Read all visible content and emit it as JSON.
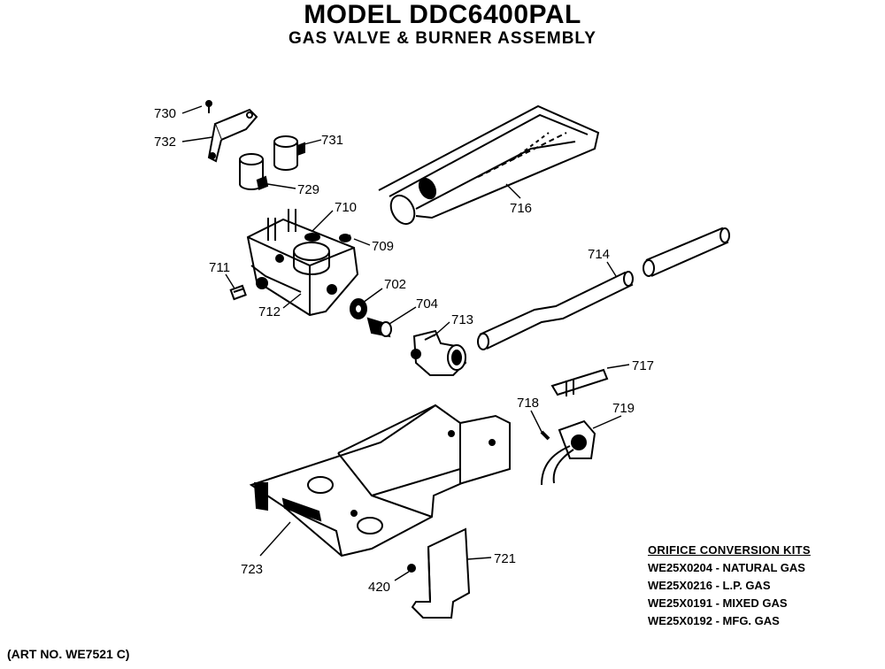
{
  "header": {
    "title": "MODEL DDC6400PAL",
    "subtitle": "GAS VALVE & BURNER ASSEMBLY"
  },
  "callouts": {
    "c730": "730",
    "c732": "732",
    "c731": "731",
    "c729": "729",
    "c710": "710",
    "c709": "709",
    "c711": "711",
    "c712": "712",
    "c702": "702",
    "c704": "704",
    "c713": "713",
    "c716": "716",
    "c714": "714",
    "c717": "717",
    "c718": "718",
    "c719": "719",
    "c723": "723",
    "c721": "721",
    "c420": "420"
  },
  "kits": {
    "heading": "ORIFICE CONVERSION KITS",
    "rows": [
      "WE25X0204 - NATURAL GAS",
      "WE25X0216 - L.P. GAS",
      "WE25X0191 - MIXED GAS",
      "WE25X0192 - MFG. GAS"
    ]
  },
  "footer": {
    "art_no": "(ART NO. WE7521 C)"
  }
}
